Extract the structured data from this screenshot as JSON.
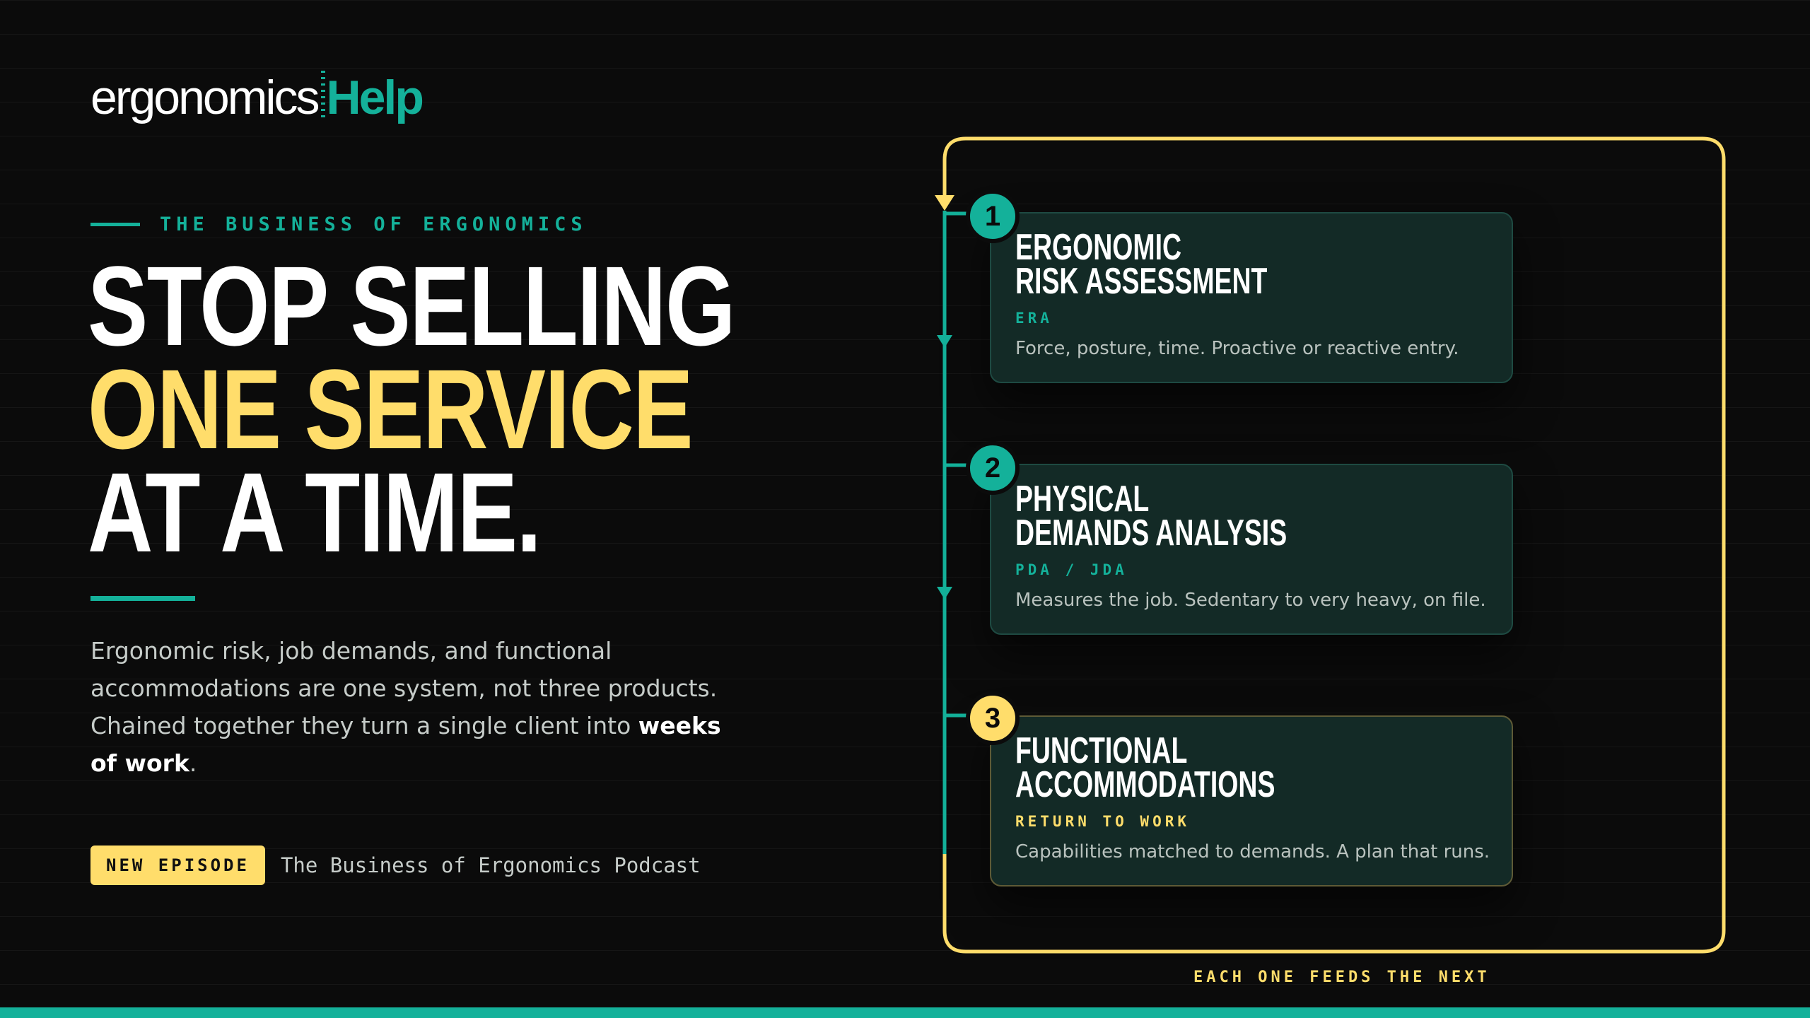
{
  "brand": {
    "logo_main": "ergonomics",
    "logo_accent": "Help"
  },
  "eyebrow": "THE BUSINESS OF ERGONOMICS",
  "headline": {
    "line1": "STOP SELLING",
    "line2": "ONE SERVICE",
    "line3": "AT A TIME."
  },
  "body": {
    "text": "Ergonomic risk, job demands, and functional accommodations are one system, not three products. Chained together they turn a single client into",
    "strong": "weeks of work",
    "end": "."
  },
  "episode": {
    "badge": "NEW EPISODE",
    "podcast": "The Business of Ergonomics Podcast"
  },
  "steps": [
    {
      "number": "1",
      "title_line1": "ERGONOMIC",
      "title_line2": "RISK ASSESSMENT",
      "tag": "ERA",
      "description": "Force, posture, time. Proactive or reactive entry."
    },
    {
      "number": "2",
      "title_line1": "PHYSICAL",
      "title_line2": "DEMANDS ANALYSIS",
      "tag": "PDA / JDA",
      "description": "Measures the job. Sedentary to very heavy, on file."
    },
    {
      "number": "3",
      "title_line1": "FUNCTIONAL",
      "title_line2": "ACCOMMODATIONS",
      "tag": "RETURN TO WORK",
      "description": "Capabilities matched to demands. A plan that runs."
    }
  ],
  "loop_caption": "EACH ONE FEEDS THE NEXT",
  "colors": {
    "background": "#0b0b0b",
    "teal": "#14b19a",
    "yellow": "#ffdd6b",
    "card": "#132a26",
    "text_muted": "#c6ccc9"
  }
}
